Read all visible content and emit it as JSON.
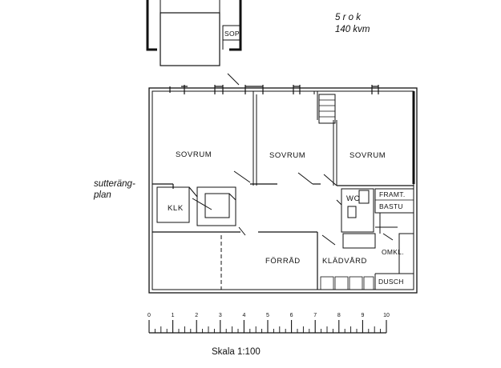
{
  "header": {
    "rooms": "5 r o k",
    "area": "140 kvm"
  },
  "level_label": [
    "sutteräng-",
    "plan"
  ],
  "rooms": {
    "sop": "SOP",
    "sovrum_1": "SOVRUM",
    "sovrum_2": "SOVRUM",
    "sovrum_3": "SOVRUM",
    "klk": "KLK",
    "wc": "WC",
    "framt": "FRAMT.",
    "bastu": "BASTU",
    "forrad": "FÖRRÅD",
    "kladvard": "KLÄDVÅRD",
    "omkl": "OMKL.",
    "dusch": "DUSCH"
  },
  "scale": {
    "ticks": [
      "0",
      "1",
      "2",
      "3",
      "4",
      "5",
      "6",
      "7",
      "8",
      "9",
      "10"
    ],
    "caption": "Skala 1:100"
  }
}
